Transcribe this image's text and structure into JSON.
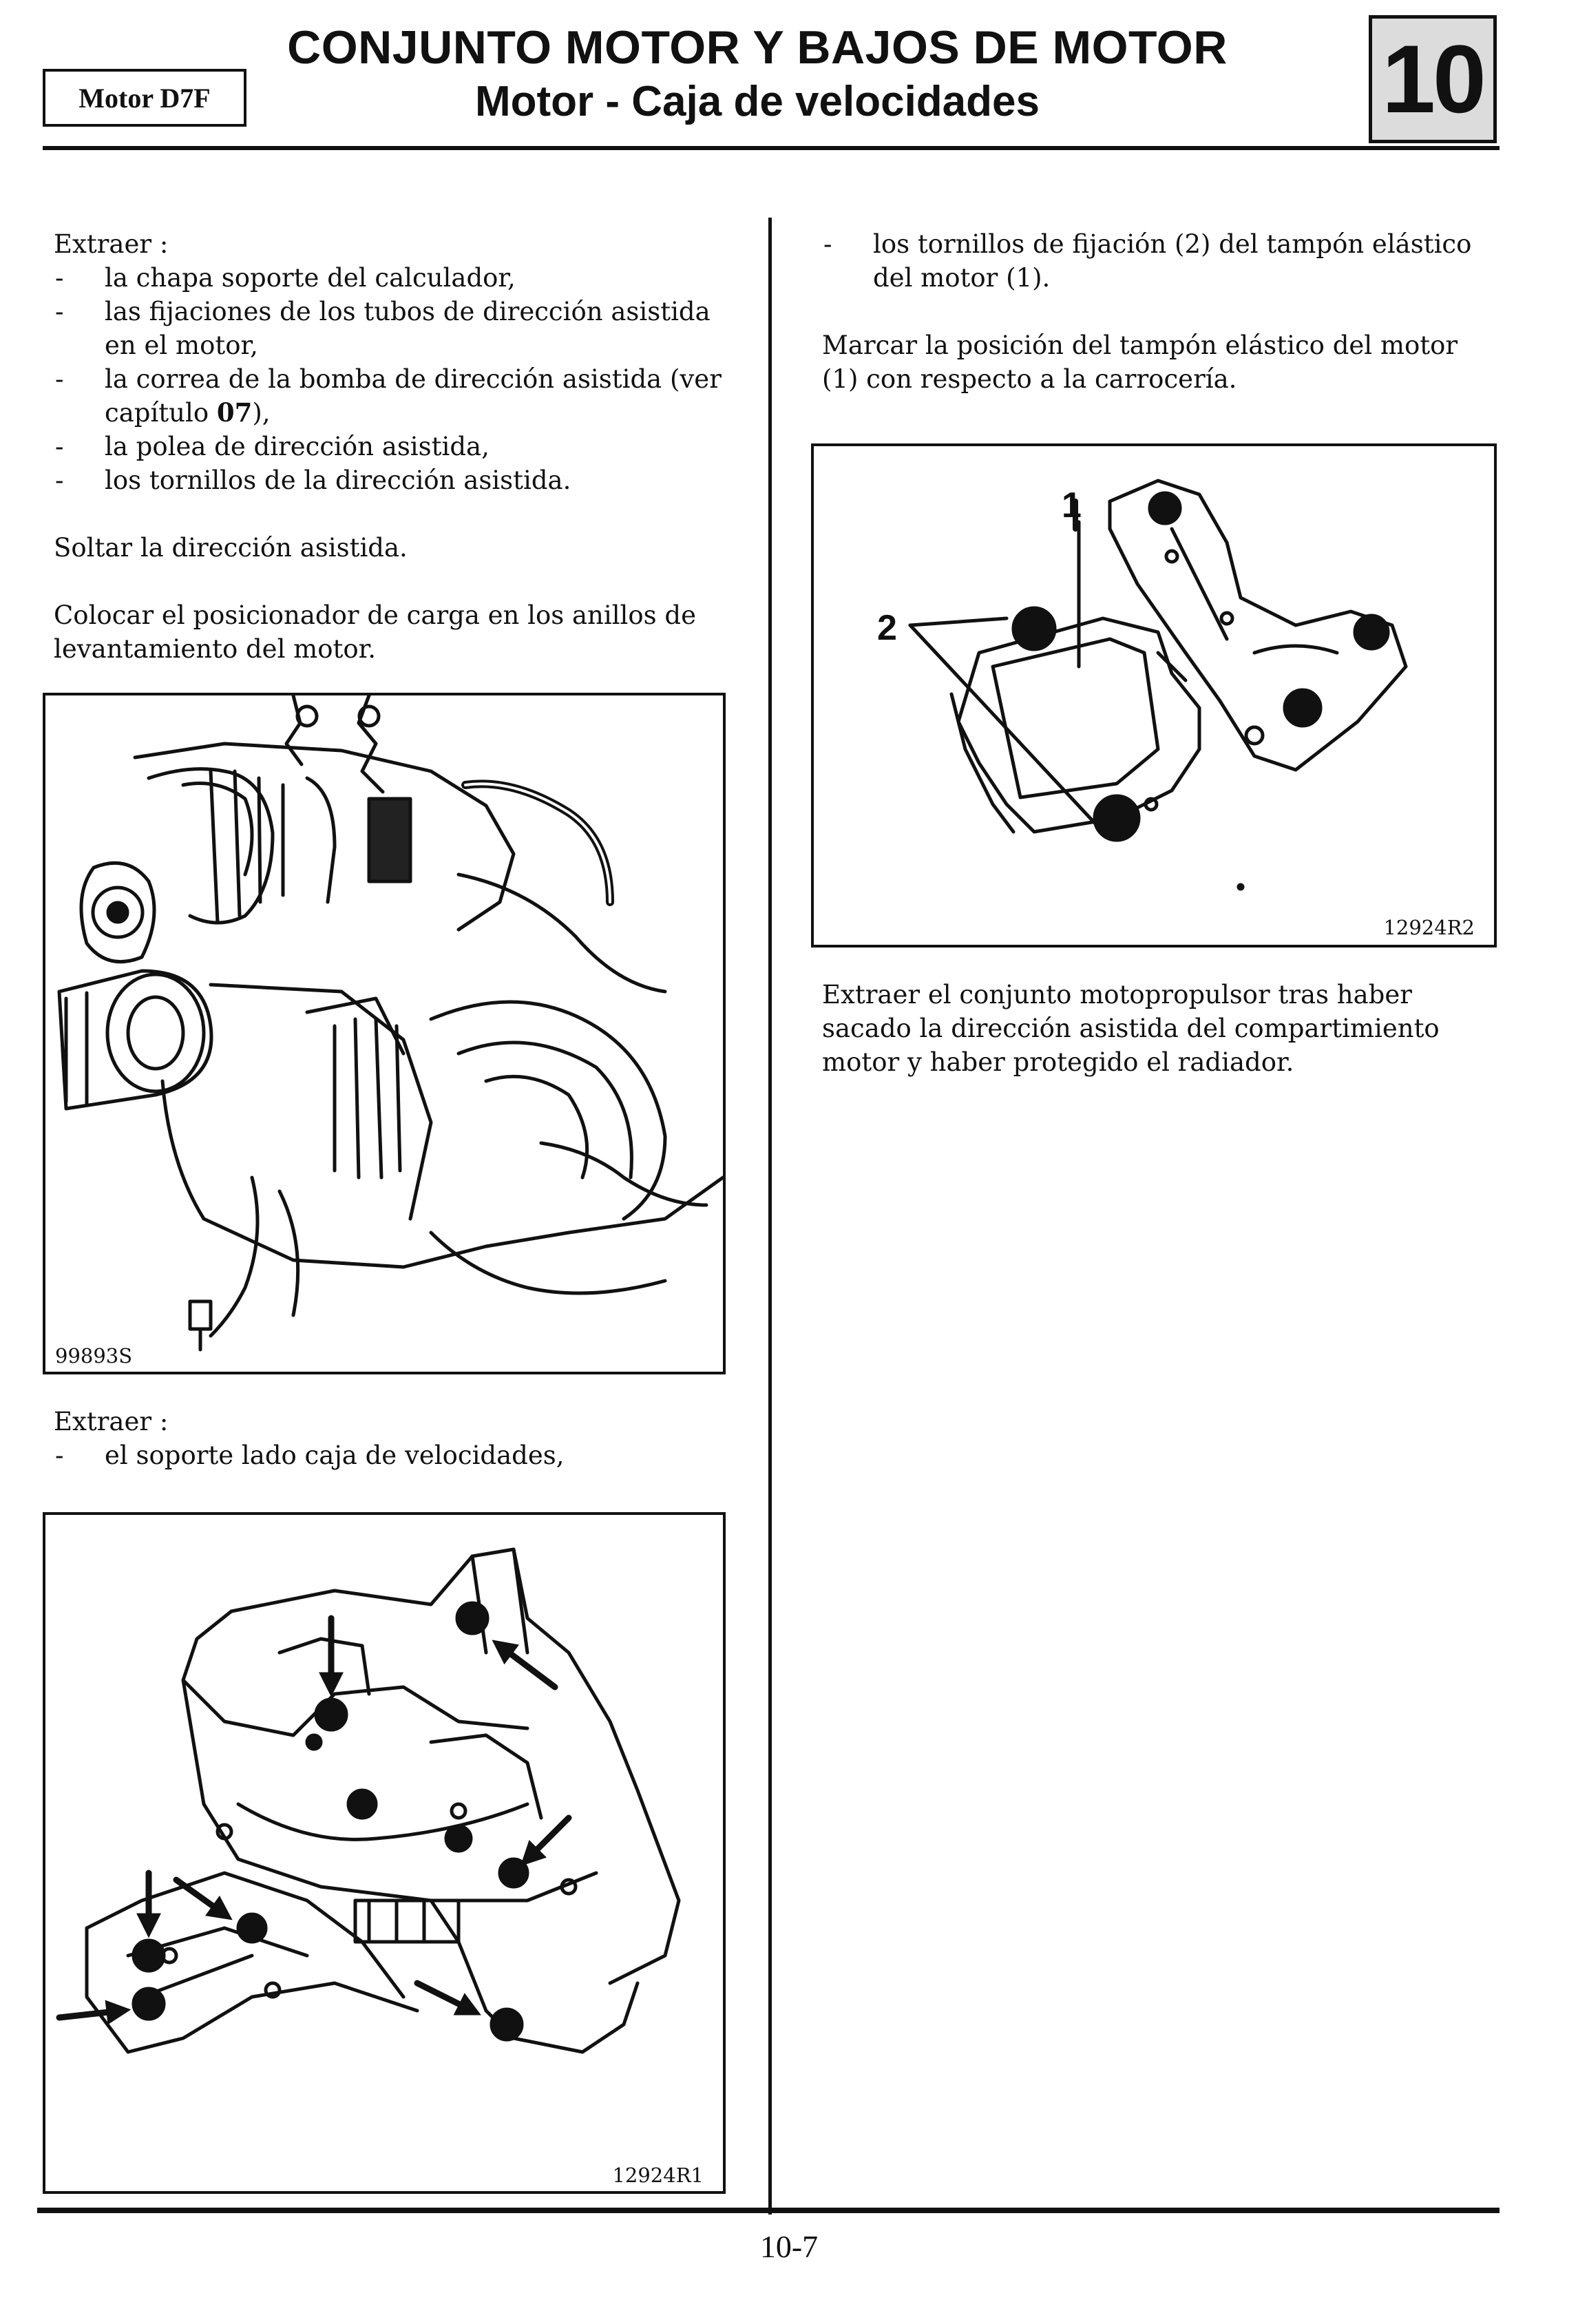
{
  "header": {
    "engine": "Motor D7F",
    "title": "CONJUNTO MOTOR Y BAJOS DE MOTOR",
    "subtitle": "Motor - Caja de velocidades",
    "chapter": "10"
  },
  "left": {
    "intro": "Extraer :",
    "items": [
      "la chapa soporte del calculador,",
      "las fijaciones de los tubos de dirección asistida en el motor,",
      "la correa de la bomba de dirección asistida (ver capítulo ",
      "la polea de dirección asistida,",
      "los tornillos de la dirección asistida."
    ],
    "chapter_ref": "07",
    "chapter_ref_after": "),",
    "para1": "Soltar la dirección asistida.",
    "para2": "Colocar el posicionador de carga en los anillos de levantamiento del motor.",
    "fig1_code": "99893S",
    "intro2": "Extraer :",
    "items2": [
      "el soporte lado caja de velocidades,"
    ],
    "fig2_code": "12924R1"
  },
  "right": {
    "items": [
      "los tornillos de fijación (2) del tampón elástico del motor (1)."
    ],
    "para1": "Marcar la posición del tampón elástico del motor (1) con respecto a la carrocería.",
    "fig_code": "12924R2",
    "fig_label_1": "1",
    "fig_label_2": "2",
    "para2": "Extraer el conjunto motopropulsor tras haber sacado la dirección asistida del compartimiento motor y haber protegido el radiador."
  },
  "footer": {
    "page": "10-7"
  }
}
